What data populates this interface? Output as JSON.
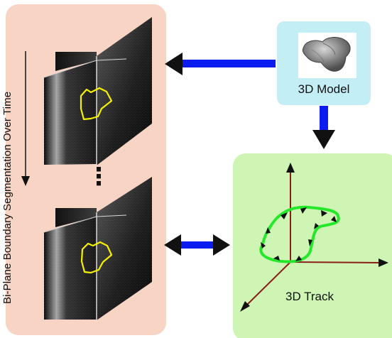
{
  "segmentation_panel": {
    "title": "Bi-Plane Boundary Segmentation Over Time",
    "ellipsis": "⋮"
  },
  "model_panel": {
    "title": "3D Model"
  },
  "track_panel": {
    "title": "3D Track"
  },
  "colors": {
    "segmentation_bg": "#f8d4c4",
    "model_bg": "#c4eef6",
    "track_bg": "#cff5b4",
    "arrow_blue": "#0a1cf0",
    "boundary_yellow": "#f3f100",
    "track_green": "#25e82b",
    "axis_red": "#8a1d17"
  },
  "icons": {
    "model": "3d-mesh-icon",
    "arrows": "flow-arrow-icon"
  }
}
